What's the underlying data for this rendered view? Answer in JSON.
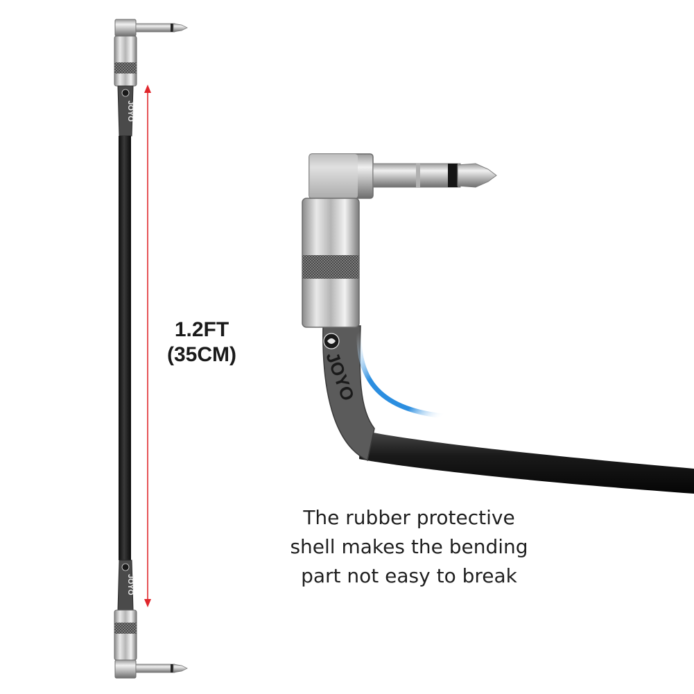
{
  "product": {
    "brand_mark": "JOYO",
    "length_imperial": "1.2FT",
    "length_metric": "(35CM)",
    "caption_lines": [
      "The rubber protective",
      "shell makes the bending",
      "part not easy to break"
    ]
  },
  "colors": {
    "cable": "#1b1b1b",
    "rubber_boot": "#5b5b5b",
    "metal": "#c9c9c9",
    "measure_arrow": "#e0262b",
    "bend_arc": "#2b8ee0",
    "text": "#1a1a1a"
  },
  "icons": {
    "measure_arrow": "double-headed-arrow-icon",
    "bend_indicator": "bend-arc-icon",
    "brand_logo": "joyo-logo-icon"
  }
}
